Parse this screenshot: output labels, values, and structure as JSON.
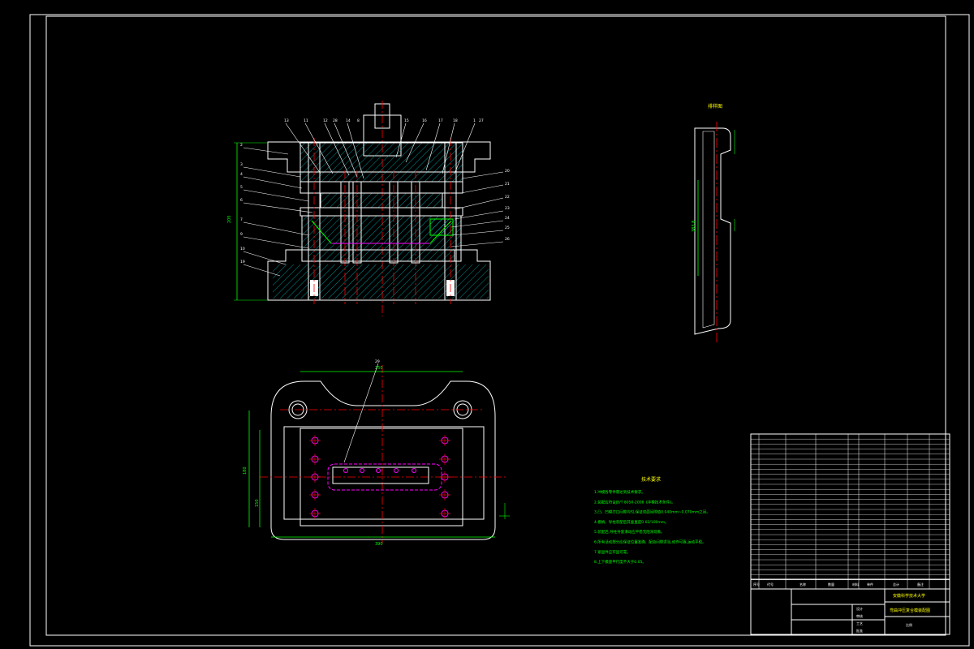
{
  "drawing": {
    "domain": "mechanical-assembly-drawing",
    "background_color": "#000000",
    "line_colors": {
      "outline": "#ffffff",
      "hatch": "#00ffff",
      "center": "#ff0000",
      "dimension": "#00ff00",
      "hidden": "#ff00ff",
      "notes": "#ffff00"
    }
  },
  "front_view": {
    "dimensions": {
      "overall_height": "205"
    },
    "balloons": [
      "13",
      "11",
      "12",
      "28",
      "14",
      "8",
      "15",
      "16",
      "17",
      "18",
      "1",
      "2",
      "3",
      "4",
      "5",
      "6",
      "7",
      "9",
      "10",
      "19",
      "20",
      "21",
      "22",
      "23",
      "24",
      "25",
      "26",
      "27"
    ]
  },
  "plan_view": {
    "balloon": "29",
    "dimensions": {
      "top_width": "250",
      "overall_width": "390",
      "left_height": "180",
      "left_height_inner": "150"
    }
  },
  "part_view": {
    "label": "排样图",
    "dimension": "383.8"
  },
  "notes": {
    "title": "技术要求",
    "lines": [
      "1.冲模各零件需达到技术要求。",
      "2.装配应符合JB/T 8050-2008《冲模技术条件》。",
      "3.凸、凹模刃口间隙均匀,保证双面间隙值0.040mm~0.070mm之间。",
      "4.模柄、导柱装配后其垂直度0.02/100mm。",
      "5.装配后,导柱导套滑动应平稳无阻滞现象。",
      "6.所有活动部分应保证位置准确、配合间隙适当,动作可靠,运动平稳。",
      "7.紧固件应牢固可靠。",
      "8.上下模座平行度不大于0.05。"
    ]
  },
  "title_block": {
    "school": "安徽科学技术大学",
    "drawing_name": "弯曲冲压复合模装配图",
    "scale_label": "比例",
    "column_headers": [
      "序号",
      "代号",
      "名称",
      "数量",
      "材料",
      "单件",
      "总计",
      "备注"
    ],
    "sign_labels": [
      "设计",
      "审核",
      "工艺",
      "批准"
    ]
  }
}
